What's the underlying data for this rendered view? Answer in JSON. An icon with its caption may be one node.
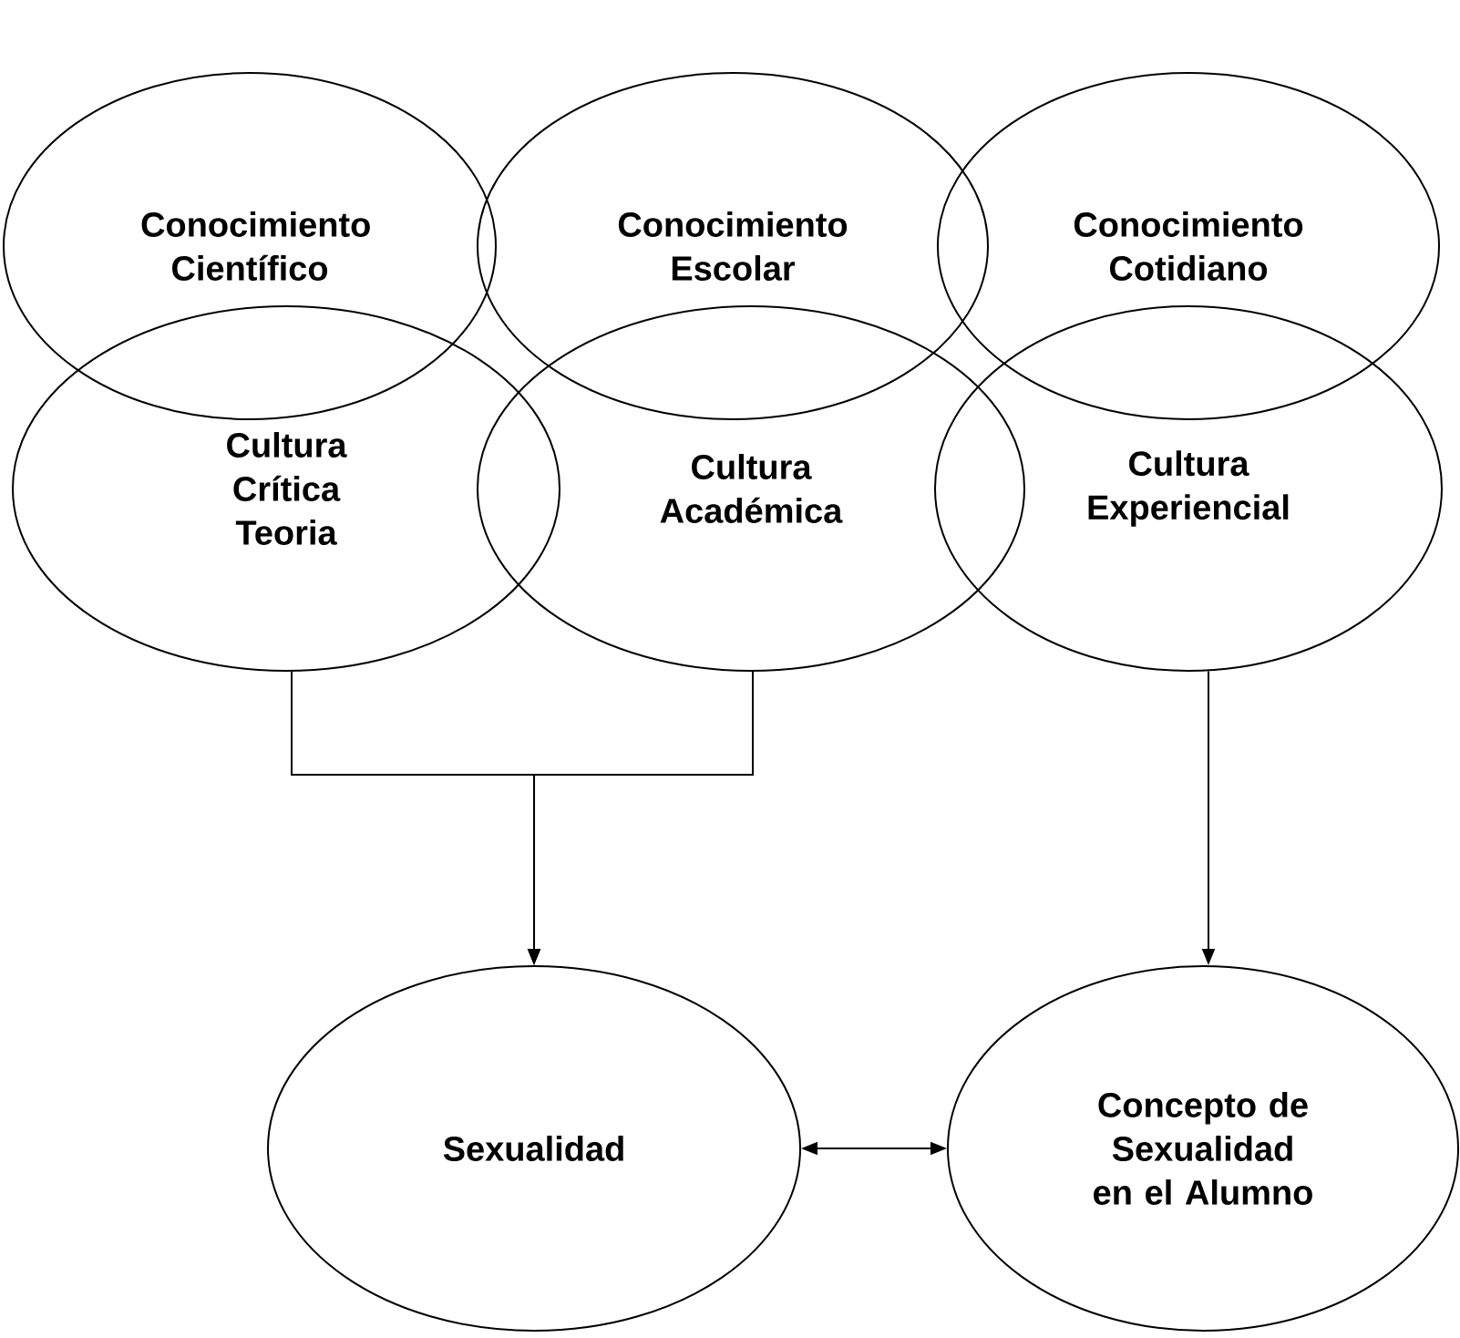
{
  "diagram": {
    "nodes": [
      {
        "text": [
          "Conocimiento Científico"
        ]
      },
      {
        "text": [
          "Conocimiento Escolar"
        ]
      },
      {
        "text": [
          "Conocimiento Cotidiano"
        ]
      },
      {
        "text": [
          "Cultura Crítica Teoria"
        ]
      },
      {
        "text": [
          "Cultura Académica"
        ]
      },
      {
        "text": [
          "Cultura Experiencial"
        ]
      },
      {
        "text": [
          "Sexualidad"
        ]
      },
      {
        "text": [
          "Concepto de Sexualidad en el Alumno"
        ]
      }
    ],
    "edges": [
      {
        "from": 3,
        "to": 6,
        "arrow": "to"
      },
      {
        "from": 4,
        "to": 6,
        "arrow": "to"
      },
      {
        "from": 5,
        "to": 7,
        "arrow": "to"
      },
      {
        "from": 6,
        "to": 7,
        "arrow": "both"
      }
    ]
  }
}
